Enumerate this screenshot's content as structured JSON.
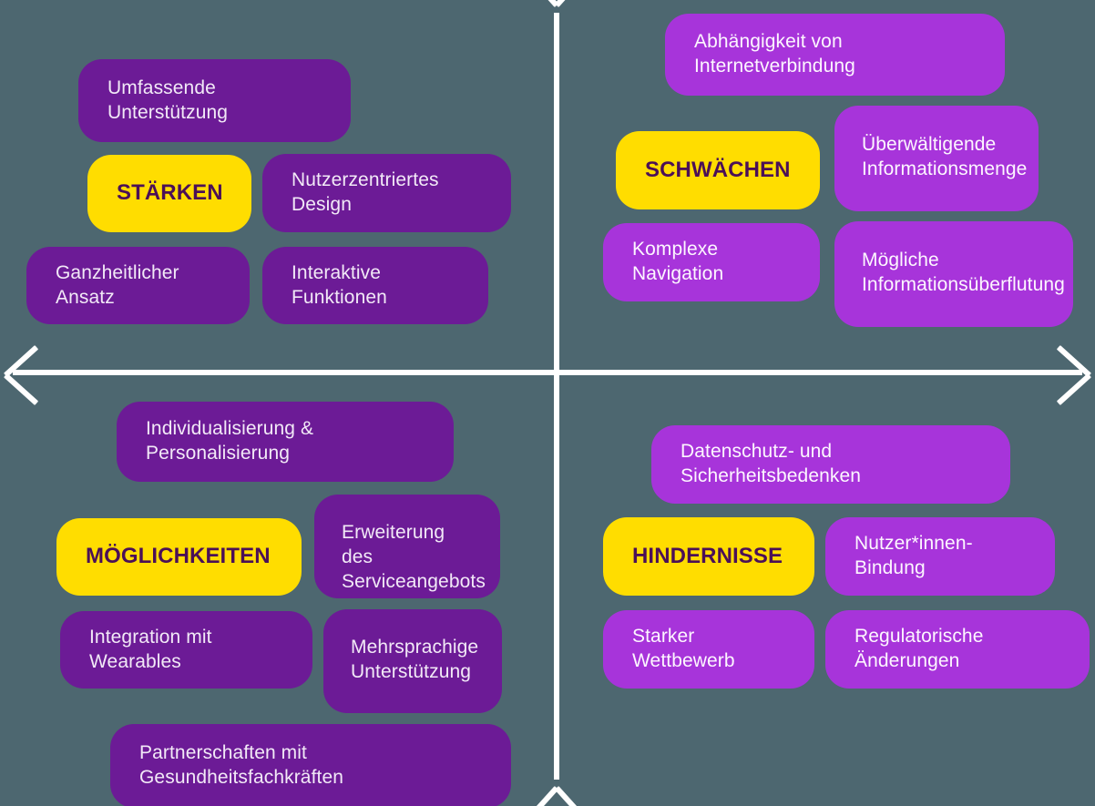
{
  "diagram": {
    "type": "swot-matrix",
    "language": "de",
    "background_color": "#4d6770",
    "axis_color": "#ffffff",
    "colors": {
      "strengths_items": "#6c1b96",
      "weaknesses_items": "#a734da",
      "opportunities_items": "#6c1b96",
      "threats_items": "#a734da",
      "label": "#ffdd00",
      "label_text": "#4b1057",
      "item_text": "#ffffff"
    },
    "axes": {
      "vertical": {
        "name": "vertical-axis",
        "arrow_top": "up-arrow",
        "arrow_bottom": "down-arrow"
      },
      "horizontal": {
        "name": "horizontal-axis",
        "arrow_left": "left-arrow",
        "arrow_right": "right-arrow"
      }
    },
    "quadrants": [
      {
        "key": "strengths",
        "position": "top-left",
        "label": "STÄRKEN",
        "items": [
          "Umfassende Unterstützung",
          "Nutzerzentriertes Design",
          "Ganzheitlicher Ansatz",
          "Interaktive Funktionen"
        ]
      },
      {
        "key": "weaknesses",
        "position": "top-right",
        "label": "SCHWÄCHEN",
        "items": [
          "Abhängigkeit von Internetverbindung",
          "Überwältigende Informationsmenge",
          "Komplexe Navigation",
          "Mögliche Informationsüberflutung"
        ]
      },
      {
        "key": "opportunities",
        "position": "bottom-left",
        "label": "MÖGLICHKEITEN",
        "items": [
          "Individualisierung & Personalisierung",
          "Erweiterung des Serviceangebots",
          "Integration mit Wearables",
          "Mehrsprachige Unterstützung",
          "Partnerschaften mit Gesundheitsfachkräften"
        ]
      },
      {
        "key": "threats",
        "position": "bottom-right",
        "label": "HINDERNISSE",
        "items": [
          "Datenschutz- und Sicherheitsbedenken",
          "Nutzer*innen-Bindung",
          "Starker Wettbewerb",
          "Regulatorische Änderungen"
        ]
      }
    ]
  }
}
